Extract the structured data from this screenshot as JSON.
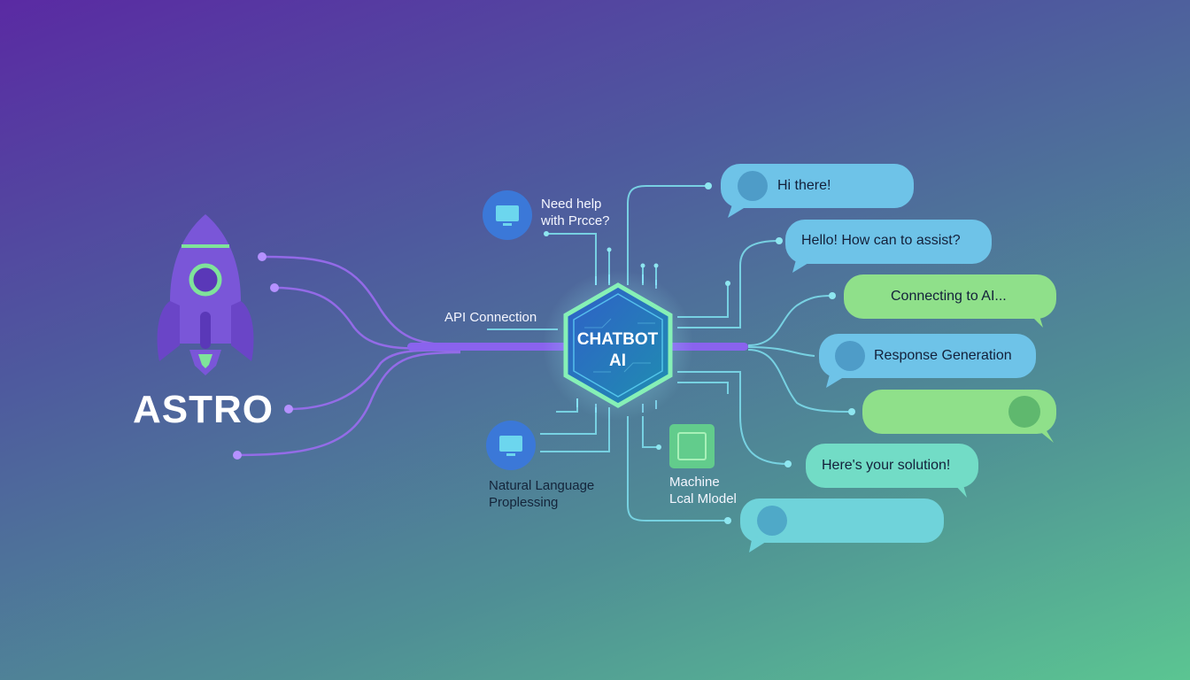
{
  "brand": {
    "name": "ASTRO"
  },
  "hub": {
    "line1": "CHATBOT",
    "line2": "AI"
  },
  "labels": {
    "api": "API Connection",
    "need_help_1": "Need help",
    "need_help_2": "with Рrcce?",
    "nlp_1": "Natural Language",
    "nlp_2": "Proplessing",
    "ml_1": "Machine",
    "ml_2": "Lcal Mlodel"
  },
  "bubbles": [
    {
      "text": "Hi there!",
      "color": "#6ec3e8",
      "avatar": true
    },
    {
      "text": "Hello! How can to assist?",
      "color": "#6ec3e8",
      "avatar": false
    },
    {
      "text": "Connecting to AI...",
      "color": "#8fe08a",
      "avatar": false
    },
    {
      "text": "Response Generation",
      "color": "#6ec3e8",
      "avatar": true
    },
    {
      "text": "",
      "color": "#8fe08a",
      "avatar": true
    },
    {
      "text": "Here's your solution!",
      "color": "#72dcc6",
      "avatar": false
    },
    {
      "text": "",
      "color": "#6fd3da",
      "avatar": true
    }
  ],
  "colors": {
    "purple": "#7b55d8",
    "accent_green": "#7fe39a",
    "line_cyan": "#7ad6e6",
    "line_purple": "#9b6cf0"
  }
}
